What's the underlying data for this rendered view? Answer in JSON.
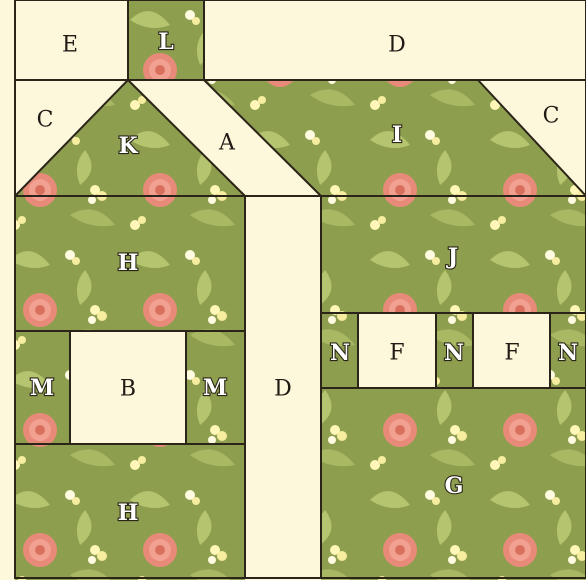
{
  "colors": {
    "cream": "#fdf8dc",
    "floral_green": "#8d9e4f",
    "seam_line": "#2b2418",
    "rose": "#e88a7a",
    "leaf": "#b5c46f",
    "blossom": "#fff6b8"
  },
  "fabric_pattern": "floral-roses-on-green",
  "pieces": {
    "A": "A",
    "B": "B",
    "C_left": "C",
    "C_right": "C",
    "D_top": "D",
    "D_vertical": "D",
    "E": "E",
    "F_1": "F",
    "F_2": "F",
    "G": "G",
    "H_top": "H",
    "H_bottom": "H",
    "I": "I",
    "J": "J",
    "K": "K",
    "L": "L",
    "M_left": "M",
    "M_right": "M",
    "N_1": "N",
    "N_2": "N",
    "N_3": "N"
  }
}
